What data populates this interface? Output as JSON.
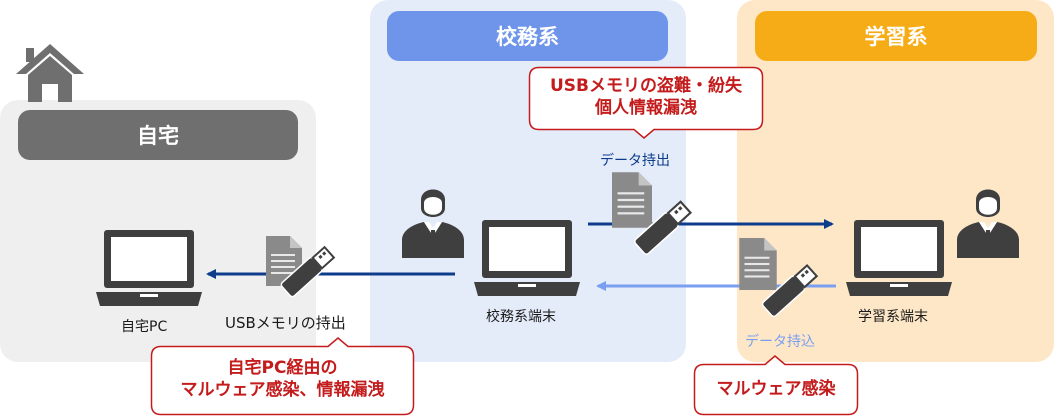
{
  "zones": {
    "home": {
      "title": "自宅"
    },
    "school_affairs": {
      "title": "校務系"
    },
    "learning": {
      "title": "学習系"
    }
  },
  "devices": {
    "home_pc": "自宅PC",
    "school_terminal": "校務系端末",
    "learning_terminal": "学習系端末"
  },
  "flows": {
    "usb_carry_out": "USBメモリの持出",
    "data_carry_out": "データ持出",
    "data_carry_in": "データ持込"
  },
  "risks": {
    "usb_theft_line1": "USBメモリの盗難・紛失",
    "usb_theft_line2": "個人情報漏洩",
    "home_pc_line1": "自宅PC経由の",
    "home_pc_line2": "マルウェア感染、情報漏洩",
    "malware": "マルウェア感染"
  },
  "colors": {
    "home_zone": "#efefef",
    "home_header": "#6f6f6f",
    "school_zone": "#e4ecfa",
    "school_header": "#6f95ea",
    "learning_zone": "#fde7c7",
    "learning_header": "#f6ac17",
    "arrow_dark": "#0d3c8c",
    "arrow_light": "#7a9ff0",
    "risk_red": "#c41c1c",
    "icon_gray": "#3f3f3f"
  },
  "icons": [
    "house-icon",
    "person-icon",
    "laptop-icon",
    "document-icon",
    "usb-stick-icon"
  ]
}
